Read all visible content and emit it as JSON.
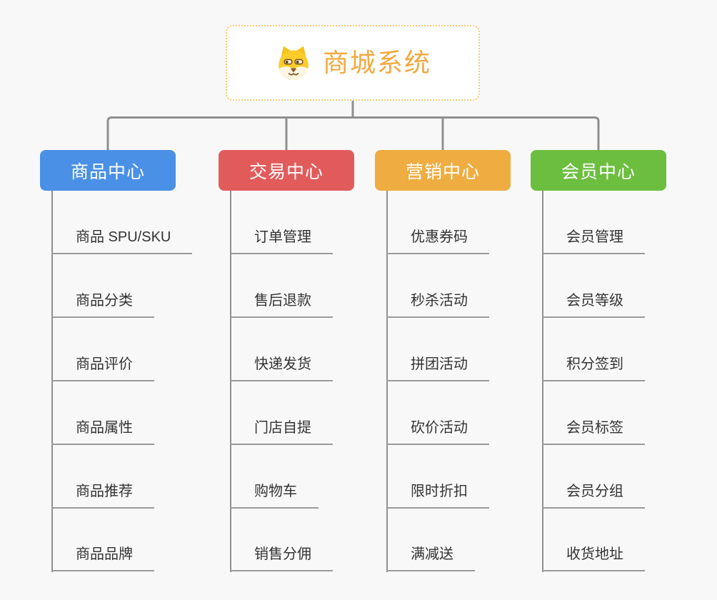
{
  "root": {
    "title": "商城系统",
    "icon": "dog-face-icon"
  },
  "branches": [
    {
      "label": "商品中心",
      "color": "#4A90E6",
      "children": [
        "商品 SPU/SKU",
        "商品分类",
        "商品评价",
        "商品属性",
        "商品推荐",
        "商品品牌"
      ]
    },
    {
      "label": "交易中心",
      "color": "#E25B5B",
      "children": [
        "订单管理",
        "售后退款",
        "快递发货",
        "门店自提",
        "购物车",
        "销售分佣"
      ]
    },
    {
      "label": "营销中心",
      "color": "#EFAC41",
      "children": [
        "优惠券码",
        "秒杀活动",
        "拼团活动",
        "砍价活动",
        "限时折扣",
        "满减送"
      ]
    },
    {
      "label": "会员中心",
      "color": "#6CBE3F",
      "children": [
        "会员管理",
        "会员等级",
        "积分签到",
        "会员标签",
        "会员分组",
        "收货地址"
      ]
    }
  ],
  "colors": {
    "background": "#F8F8F8",
    "connector": "#8F8F8F",
    "leaf_line": "#9A9A9A",
    "leaf_text": "#333333",
    "root_text": "#F2A93F",
    "root_border": "#F5C973",
    "node_text": "#FFFFFF"
  }
}
